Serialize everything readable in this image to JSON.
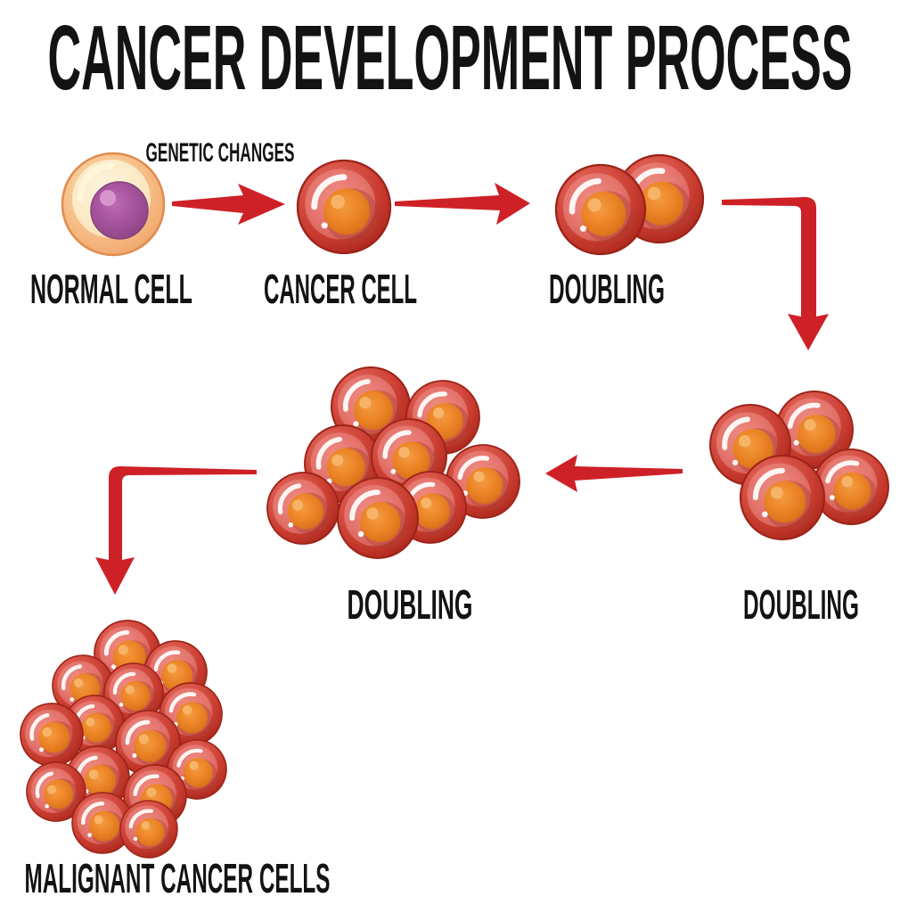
{
  "title": "CANCER DEVELOPMENT PROCESS",
  "flow": {
    "annotation_label": "GENETIC CHANGES",
    "stage_labels": {
      "normal_cell": "NORMAL CELL",
      "cancer_cell": "CANCER CELL",
      "doubling_1": "DOUBLING",
      "doubling_2": "DOUBLING",
      "doubling_3": "DOUBLING",
      "malignant_cancer_cells": "MALIGNANT CANCER CELLS"
    },
    "cell_counts": {
      "normal_cell": 1,
      "cancer_cell": 1,
      "doubling_1": 2,
      "doubling_2": 4,
      "doubling_3": 8,
      "malignant_cancer_cells": 14
    },
    "arrows": [
      {
        "name": "arrow-genetic-changes",
        "direction": "right",
        "from": "normal_cell",
        "to": "cancer_cell"
      },
      {
        "name": "arrow-cancer-to-doubling",
        "direction": "right",
        "from": "cancer_cell",
        "to": "doubling_1"
      },
      {
        "name": "arrow-doubling-elbow-down",
        "direction": "elbow-down",
        "from": "doubling_1",
        "to": "doubling_2"
      },
      {
        "name": "arrow-doubling-left",
        "direction": "left",
        "from": "doubling_2",
        "to": "doubling_3"
      },
      {
        "name": "arrow-elbow-down-left",
        "direction": "elbow-down",
        "from": "doubling_3",
        "to": "malignant_cancer_cells"
      }
    ]
  },
  "colors": {
    "background": "#ffffff",
    "text": "#131313",
    "arrow_red": "#ce2127",
    "cancer_cell_body": "#c93c30",
    "cancer_cell_inner": "#e4746c",
    "nucleus_orange": "#ec8628",
    "normal_cell_outer": "#f8c48f",
    "normal_cell_inner": "#fbeac6",
    "normal_cell_nucleus": "#a9569f"
  }
}
